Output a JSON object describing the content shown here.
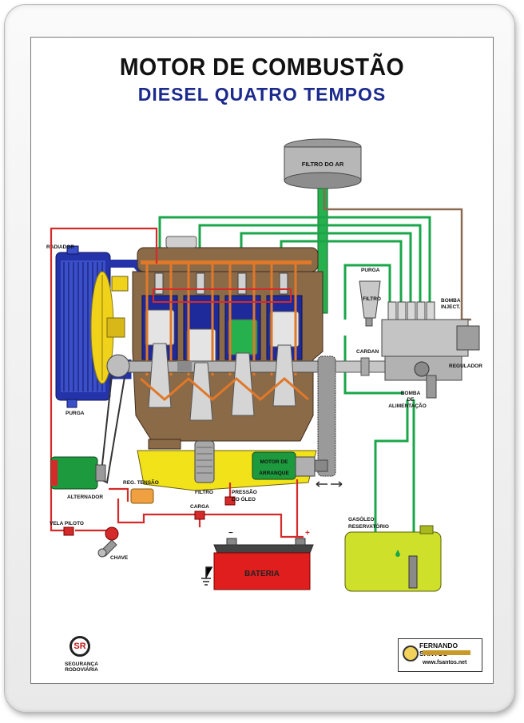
{
  "title": "MOTOR DE COMBUSTÃO",
  "subtitle": "DIESEL  QUATRO TEMPOS",
  "labels": {
    "filtro_ar": "FILTRO DO AR",
    "radiador": "RADIADOR",
    "purga_left": "PURGA",
    "purga_right": "PURGA",
    "filtro_right": "FILTRO",
    "bomba_inject_1": "BOMBA",
    "bomba_inject_2": "INJECT.",
    "cardan": "CARDAN",
    "regulador": "REGULADOR",
    "bomba_alim_1": "BOMBA",
    "bomba_alim_2": "DE",
    "bomba_alim_3": "ALIMENTAÇÃO",
    "motor_arranque_1": "MOTOR DE",
    "motor_arranque_2": "ARRANQUE",
    "alternador": "ALTERNADOR",
    "reg_tensao": "REG. TENSÃO",
    "filtro_oleo": "FILTRO",
    "pressao_oleo_1": "PRESSÃO",
    "pressao_oleo_2": "DO ÓLEO",
    "carga": "CARGA",
    "vela_piloto": "VELA PILOTO",
    "chave": "CHAVE",
    "bateria": "BATERIA",
    "gasoleo_1": "GASÓLEO",
    "gasoleo_2": "RESERVATÓRIO",
    "minus": "−",
    "plus": "+"
  },
  "footer": {
    "left_logo_text": "SEGURANÇA RODOVIÁRIA",
    "left_logo_mark": "SR",
    "right_brand": "FERNANDO SANTOS",
    "right_url": "www.fsantos.net"
  },
  "colors": {
    "title": "#111111",
    "subtitle": "#1b2a8c",
    "fuel_line": "#1aa64a",
    "electric_line": "#d42a2a",
    "engine_block": "#8b6a48",
    "valve_train": "#e0782a",
    "radiator": "#2433a8",
    "oil_sump": "#f2e21a",
    "battery": "#e01e1e"
  },
  "icons": {
    "ground": "ground-icon",
    "key": "key-icon",
    "arrows": "arrows-icon"
  }
}
